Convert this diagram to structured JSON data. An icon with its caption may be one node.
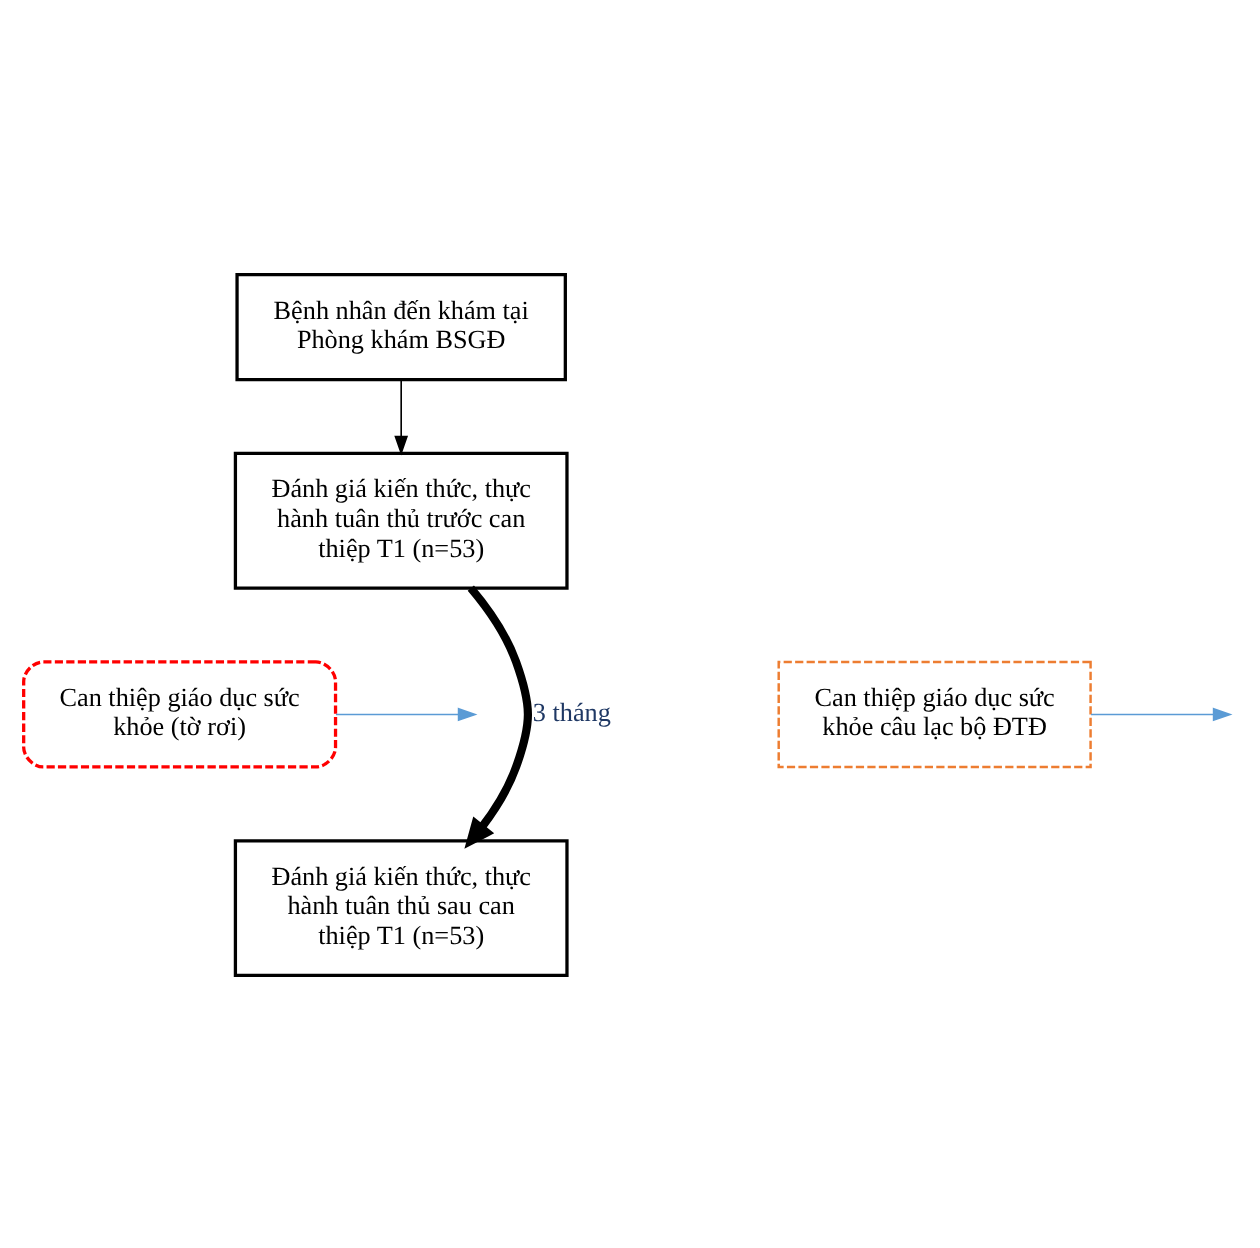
{
  "diagram": {
    "nodes": [
      {
        "text": [
          "Bệnh nhân đến khám tại Phòng khám BSGĐ"
        ]
      },
      {
        "text": [
          "Đánh giá kiến thức, thực hành tuân thủ trước can thiệp T1 (n=53)"
        ]
      },
      {
        "text": [
          "Can thiệp giáo dục sức khỏe (tờ rơi)"
        ]
      },
      {
        "text": [
          "Can thiệp giáo dục sức khỏe câu lạc bộ ĐTĐ"
        ]
      },
      {
        "text": [
          "Đánh giá kiến thức, thực hành tuân thủ sau can thiệp T1 (n=53)"
        ]
      }
    ],
    "edges": [
      {
        "from": 0,
        "to": 1,
        "arrow": "to",
        "color": "#000000"
      },
      {
        "from": 1,
        "to": 4,
        "arrow": "to",
        "label": "3 tháng",
        "style": "thick",
        "color": "#000000"
      },
      {
        "from": 2,
        "to": null,
        "arrow": "to",
        "color": "#5b9bd5"
      },
      {
        "from": 3,
        "to": null,
        "arrow": "to",
        "color": "#5b9bd5"
      }
    ]
  }
}
